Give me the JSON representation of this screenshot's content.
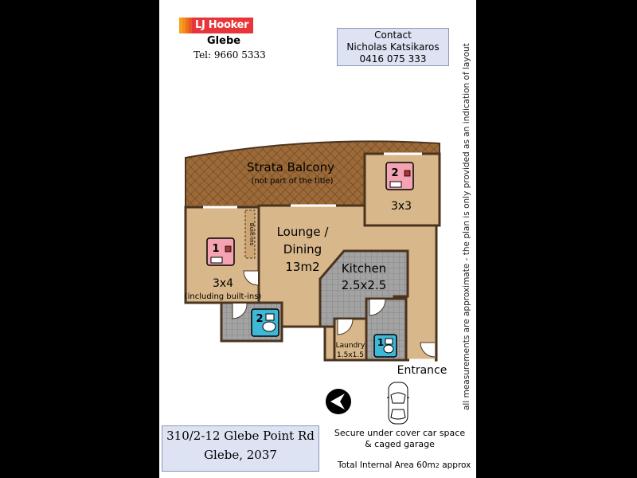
{
  "agency": {
    "brand": "LJ Hooker",
    "office": "Glebe",
    "phone": "Tel: 9660 5333",
    "colors": {
      "brand_red": "#e8353a",
      "stripes": [
        "#f6a21a",
        "#f38e1c",
        "#ef6f22",
        "#ea5426"
      ]
    }
  },
  "contact": {
    "heading": "Contact",
    "name": "Nicholas Katsikaros",
    "phone": "0416 075 333"
  },
  "disclaimer": "all measurements are approximate - the plan is only provided as an indication of layout",
  "floorplan": {
    "colors": {
      "room_fill": "#d8b78a",
      "wet_area_fill": "#9b9b9b",
      "balcony_fill": "#8b5a2b",
      "wall": "#4a3420"
    },
    "balcony": {
      "title": "Strata Balcony",
      "note": "(not part of the title)"
    },
    "bedroom_1": {
      "icon_number": "1",
      "size": "3x4",
      "note": "(including built-ins)",
      "builtins": "Built-ins"
    },
    "bedroom_2": {
      "icon_number": "2",
      "size": "3x3"
    },
    "lounge": {
      "line1": "Lounge /",
      "line2": "Dining",
      "size": "13m2"
    },
    "kitchen": {
      "name": "Kitchen",
      "size": "2.5x2.5"
    },
    "laundry": {
      "name": "Laundry",
      "size": "1.5x1.5"
    },
    "bathroom_1_number": "1",
    "bathroom_2_number": "2",
    "entrance": "Entrance"
  },
  "address": {
    "line1": "310/2-12 Glebe Point Rd",
    "line2": "Glebe, 2037"
  },
  "parking": {
    "line1": "Secure under cover car space",
    "line2": "& caged garage"
  },
  "total_area": {
    "prefix": "Total Internal Area 60m",
    "exp": "2",
    "suffix": " approx"
  }
}
